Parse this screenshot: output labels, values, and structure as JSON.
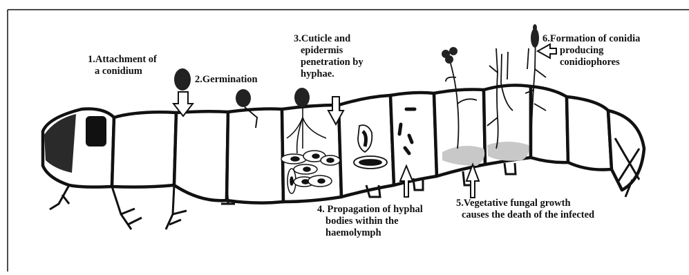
{
  "diagram": {
    "steps": [
      {
        "lines": [
          "1.Attachment of",
          "a conidium"
        ]
      },
      {
        "lines": [
          "2.Germination"
        ]
      },
      {
        "lines": [
          "3.Cuticle and",
          "epidermis",
          "penetration by",
          "hyphae."
        ]
      },
      {
        "lines": [
          "4. Propagation of hyphal",
          "bodies within the",
          "haemolymph"
        ]
      },
      {
        "lines": [
          "5.Vegetative fungal growth",
          "causes the death of the infected"
        ]
      },
      {
        "lines": [
          "6.Formation of conidia",
          "producing",
          "conidiophores"
        ]
      }
    ]
  },
  "colors": {
    "ink": "#111111",
    "background": "#ffffff",
    "mycelium": "#c8c8c8"
  }
}
